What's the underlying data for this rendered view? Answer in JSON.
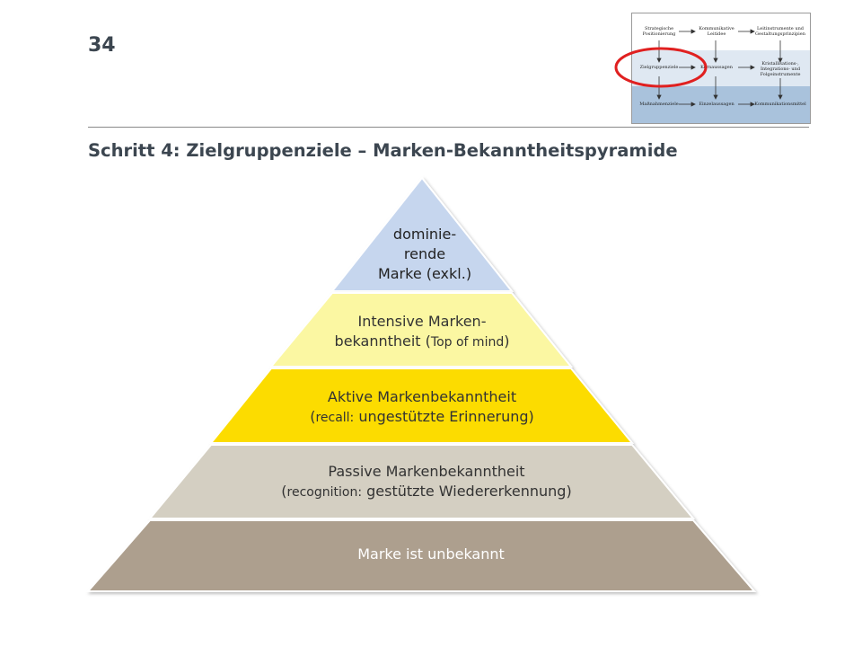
{
  "slide": {
    "page_number": "34",
    "title": "Schritt 4: Zielgruppenziele – Marken-Bekanntheitspyramide"
  },
  "thumbnail": {
    "row1": [
      "Strategische Positionierung",
      "Kommunikative Leitidee",
      "Leitinstrumente und Gestaltungsprinzipien"
    ],
    "row2": [
      "Zielgruppenziele",
      "Kernaussagen",
      "Kristallisations-, Integrations- und Folgeinstrumente"
    ],
    "row3": [
      "Maßnahmenziele",
      "Einzelaussagen",
      "Kommunikationsmittel"
    ],
    "highlight_color": "#e02020"
  },
  "pyramid": {
    "tiers": [
      {
        "line1": "dominie-",
        "line2": "rende",
        "line3": "Marke (exkl.)",
        "color": "#c6d6ee"
      },
      {
        "line1": "Intensive Marken-",
        "line2_main": "bekanntheit (",
        "line2_small": "Top of mind",
        "line2_end": ")",
        "color": "#fbf7a2"
      },
      {
        "line1": "Aktive Markenbekanntheit",
        "line2_open": "(",
        "line2_small": "recall:",
        "line2_main": " ungestützte Erinnerung)",
        "color": "#fcdc00"
      },
      {
        "line1": "Passive Markenbekanntheit",
        "line2_open": "(",
        "line2_small": "recognition:",
        "line2_main": " gestützte Wiedererkennung)",
        "color": "#d4cfc2"
      },
      {
        "line1": "Marke ist unbekannt",
        "color": "#ad9f8e"
      }
    ]
  }
}
